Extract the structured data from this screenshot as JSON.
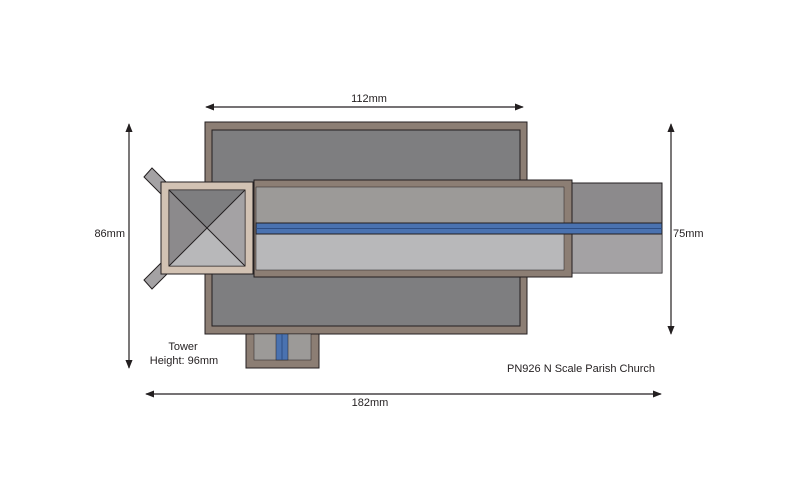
{
  "dimensions": {
    "top_width": "112mm",
    "overall_length": "182mm",
    "left_depth": "86mm",
    "right_depth": "75mm"
  },
  "tower": {
    "title": "Tower",
    "height": "Height: 96mm"
  },
  "product": {
    "caption": "PN926 N Scale Parish Church"
  },
  "colors": {
    "wall_brown": "#8c7e74",
    "roof_dark": "#7e7e80",
    "roof_mid": "#9c9a98",
    "roof_light": "#b8b8ba",
    "ridge_blue": "#4a72b0",
    "tower_frame": "#d2c2b3",
    "annex_grey": "#8c8a8c",
    "line": "#231f20"
  }
}
